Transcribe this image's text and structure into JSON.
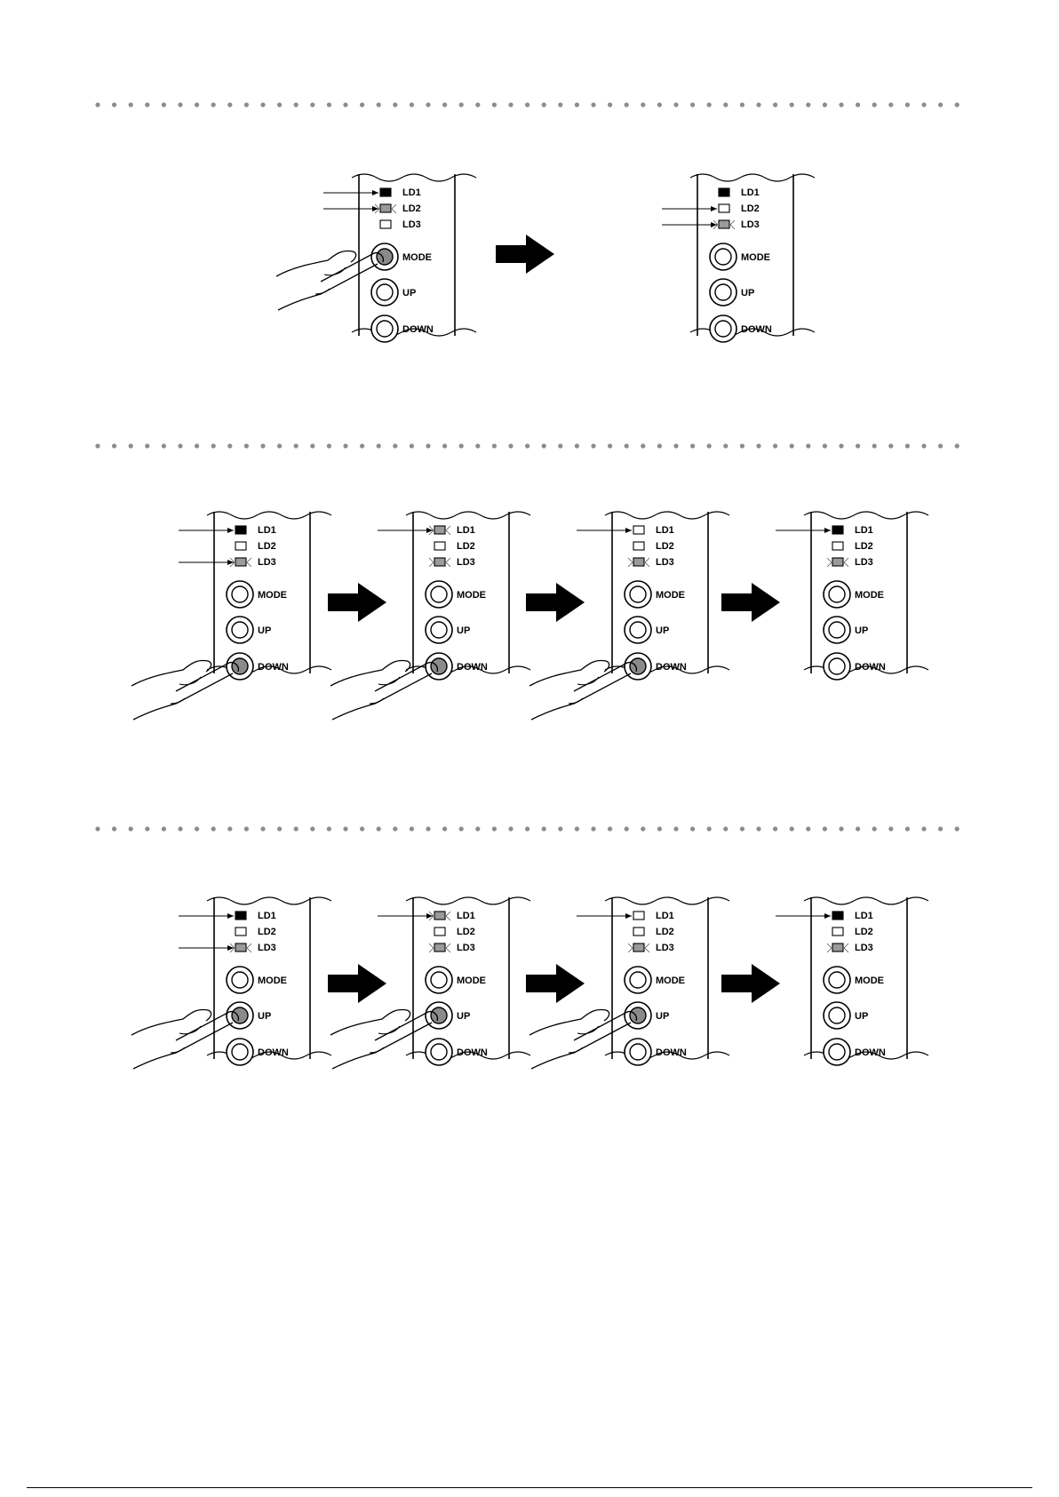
{
  "labels": {
    "ld1": "LD1",
    "ld2": "LD2",
    "ld3": "LD3",
    "mode": "MODE",
    "up": "UP",
    "down": "DOWN"
  },
  "colors": {
    "led_on": "#000000",
    "led_blink": "#9a9a9a",
    "led_off": "#ffffff",
    "separator_dots": "#8c8c8c",
    "arrow": "#000000"
  },
  "sections": [
    {
      "pressed_button": "MODE",
      "panels": [
        {
          "leds": [
            "on",
            "blink",
            "off"
          ],
          "pressed": "MODE",
          "pointers": [
            "LD1",
            "LD2"
          ]
        },
        {
          "leds": [
            "on",
            "off",
            "blink"
          ],
          "pressed": null,
          "pointers": [
            "LD2",
            "LD3"
          ]
        }
      ]
    },
    {
      "pressed_button": "DOWN",
      "panels": [
        {
          "leds": [
            "on",
            "off",
            "blink"
          ],
          "pressed": "DOWN",
          "pointers": [
            "LD1",
            "LD3"
          ]
        },
        {
          "leds": [
            "blink",
            "off",
            "blink"
          ],
          "pressed": "DOWN",
          "pointers": [
            "LD1"
          ]
        },
        {
          "leds": [
            "off",
            "off",
            "blink"
          ],
          "pressed": "DOWN",
          "pointers": [
            "LD1"
          ]
        },
        {
          "leds": [
            "on",
            "off",
            "blink"
          ],
          "pressed": null,
          "pointers": [
            "LD1"
          ]
        }
      ]
    },
    {
      "pressed_button": "UP",
      "panels": [
        {
          "leds": [
            "on",
            "off",
            "blink"
          ],
          "pressed": "UP",
          "pointers": [
            "LD1",
            "LD3"
          ]
        },
        {
          "leds": [
            "blink",
            "off",
            "blink"
          ],
          "pressed": "UP",
          "pointers": [
            "LD1"
          ]
        },
        {
          "leds": [
            "off",
            "off",
            "blink"
          ],
          "pressed": "UP",
          "pointers": [
            "LD1"
          ]
        },
        {
          "leds": [
            "on",
            "off",
            "blink"
          ],
          "pressed": null,
          "pointers": [
            "LD1"
          ]
        }
      ]
    }
  ]
}
